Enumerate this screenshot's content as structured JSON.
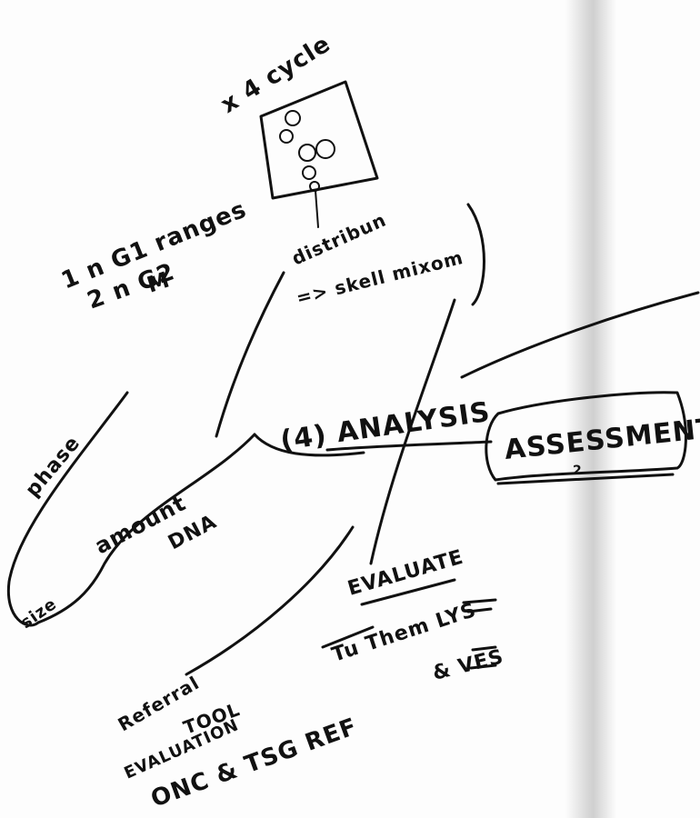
{
  "notes": {
    "cycle": "x 4 cycle",
    "ranges_line1": "1 n G1 ranges",
    "ranges_line2": "2 n G2",
    "ranges_line3": "M",
    "distribution": "distribun",
    "mixture": "=> skell mixom",
    "phase": "phase",
    "size": "size",
    "amount": "amount",
    "dna": "DNA",
    "analysis": "(4) ANALYSIS",
    "assessment": "ASSESSMENT",
    "assessment_mark": "2",
    "evaluate": "EVALUATE",
    "them": "Tu   Them LYS",
    "vs": "& VES",
    "referral_1": "Referral",
    "referral_2": "TOOL",
    "referral_3": "EVALUATION",
    "referral_4": "ONC & TSG REF"
  },
  "colors": {
    "ink": "#111111",
    "paper": "#fdfdfd",
    "fold_shadow": "#d9d9d9"
  }
}
